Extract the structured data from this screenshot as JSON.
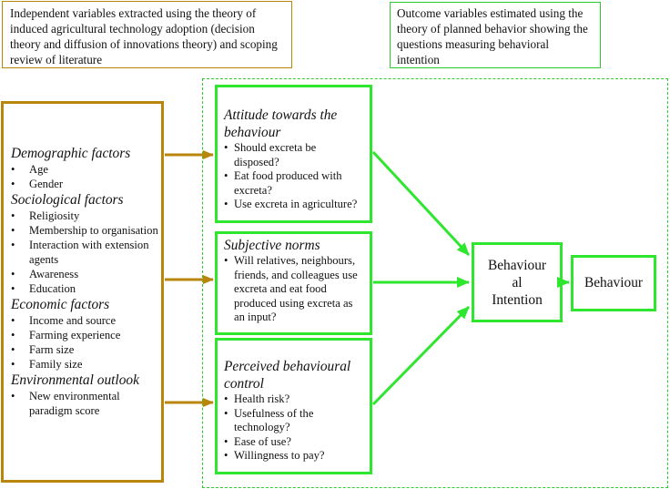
{
  "legend": {
    "independent": "Independent variables extracted using the theory of induced agricultural technology adoption (decision theory and diffusion of innovations theory)  and scoping review of literature",
    "outcome": "Outcome variables estimated using the theory of planned behavior showing the questions measuring behavioral intention"
  },
  "factors": [
    {
      "category": "Demographic factors",
      "items": [
        "Age",
        "Gender"
      ]
    },
    {
      "category": "Sociological factors",
      "items": [
        "Religiosity",
        "Membership to organisation",
        "Interaction with extension agents",
        "Awareness",
        "Education"
      ]
    },
    {
      "category": "Economic factors",
      "items": [
        "Income and source",
        "Farming experience",
        "Farm size",
        "Family size"
      ]
    },
    {
      "category": "Environmental outlook",
      "items": [
        "New environmental paradigm score"
      ]
    }
  ],
  "constructs": {
    "attitude": {
      "title": "Attitude towards the behaviour",
      "items": [
        "Should excreta be disposed?",
        "Eat food produced with excreta?",
        "Use excreta in agriculture?"
      ]
    },
    "norms": {
      "title": "Subjective norms",
      "items": [
        "Will relatives, neighbours, friends, and colleagues use excreta and eat food produced using excreta as an input?"
      ]
    },
    "control": {
      "title": "Perceived behavioural control",
      "items": [
        "Health risk?",
        "Usefulness of the technology?",
        "Ease of use?",
        "Willingness to pay?"
      ]
    }
  },
  "intention": {
    "line1": "Behaviour",
    "line2": "al",
    "line3": "Intention"
  },
  "behaviour": "Behaviour",
  "colors": {
    "independent": "#b8860b",
    "outcome": "#2ee62e"
  }
}
